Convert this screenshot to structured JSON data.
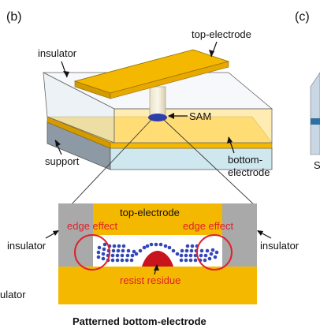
{
  "panels": {
    "b": "(b)",
    "c": "(c)"
  },
  "labels": {
    "top_electrode": "top-electrode",
    "insulator": "insulator",
    "sam": "SAM",
    "support": "support",
    "bottom_electrode_line1": "bottom-",
    "bottom_electrode_line2": "electrode",
    "zoom_top_electrode": "top-electrode",
    "zoom_insulator_left": "insulator",
    "zoom_insulator_right": "insulator",
    "edge_effect_left": "edge effect",
    "edge_effect_right": "edge effect",
    "resist_residue": "resist residue",
    "left_edge_fragment": "ulator",
    "right_edge_fragment": "S"
  },
  "caption": "Patterned bottom-electrode",
  "colors": {
    "gold": "#f5b800",
    "gold_light": "#ffd24a",
    "insulator_gray": "#a9a9a9",
    "accent_red": "#e0202a",
    "sam_blue": "#2f3fa8",
    "support_blue": "#cfe8ef"
  }
}
